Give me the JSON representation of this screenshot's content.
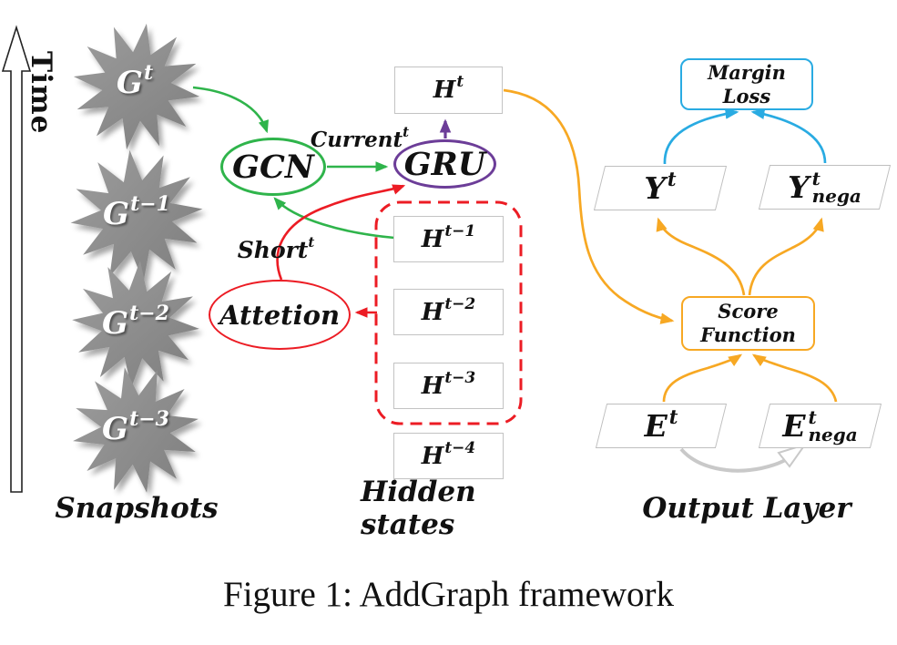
{
  "palette": {
    "green": "#2FB44B",
    "red": "#EC1C24",
    "purple": "#6C3D98",
    "orange": "#F7A823",
    "cyan": "#29ABE2",
    "arrow_gray": "#C9C9C9",
    "box_border_gray": "#C3C3C3",
    "star_gray": "#8D8D8D",
    "background": "#FFFFFF"
  },
  "axis": {
    "label": "Time"
  },
  "snapshots": {
    "section_label": "Snapshots",
    "items": [
      {
        "base": "G",
        "sup": "t"
      },
      {
        "base": "G",
        "sup": "t−1"
      },
      {
        "base": "G",
        "sup": "t−2"
      },
      {
        "base": "G",
        "sup": "t−3"
      }
    ]
  },
  "encoder": {
    "gcn": "GCN",
    "gru": "GRU",
    "attention": "Attetion",
    "edge_current": {
      "base": "Current",
      "sup": "t"
    },
    "edge_short": {
      "base": "Short",
      "sup": "t"
    }
  },
  "hidden": {
    "section_label": "Hidden states",
    "current": {
      "base": "H",
      "sup": "t"
    },
    "items": [
      {
        "base": "H",
        "sup": "t−1"
      },
      {
        "base": "H",
        "sup": "t−2"
      },
      {
        "base": "H",
        "sup": "t−3"
      },
      {
        "base": "H",
        "sup": "t−4"
      }
    ]
  },
  "output": {
    "section_label": "Output Layer",
    "margin_loss": {
      "line1": "Margin",
      "line2": "Loss"
    },
    "score_function": {
      "line1": "Score",
      "line2": "Function"
    },
    "y": {
      "base": "Y",
      "sup": "t"
    },
    "y_nega": {
      "base": "Y",
      "sup": "t",
      "sub": "nega"
    },
    "e": {
      "base": "E",
      "sup": "t"
    },
    "e_nega": {
      "base": "E",
      "sup": "t",
      "sub": "nega"
    }
  },
  "caption": "Figure 1: AddGraph framework"
}
